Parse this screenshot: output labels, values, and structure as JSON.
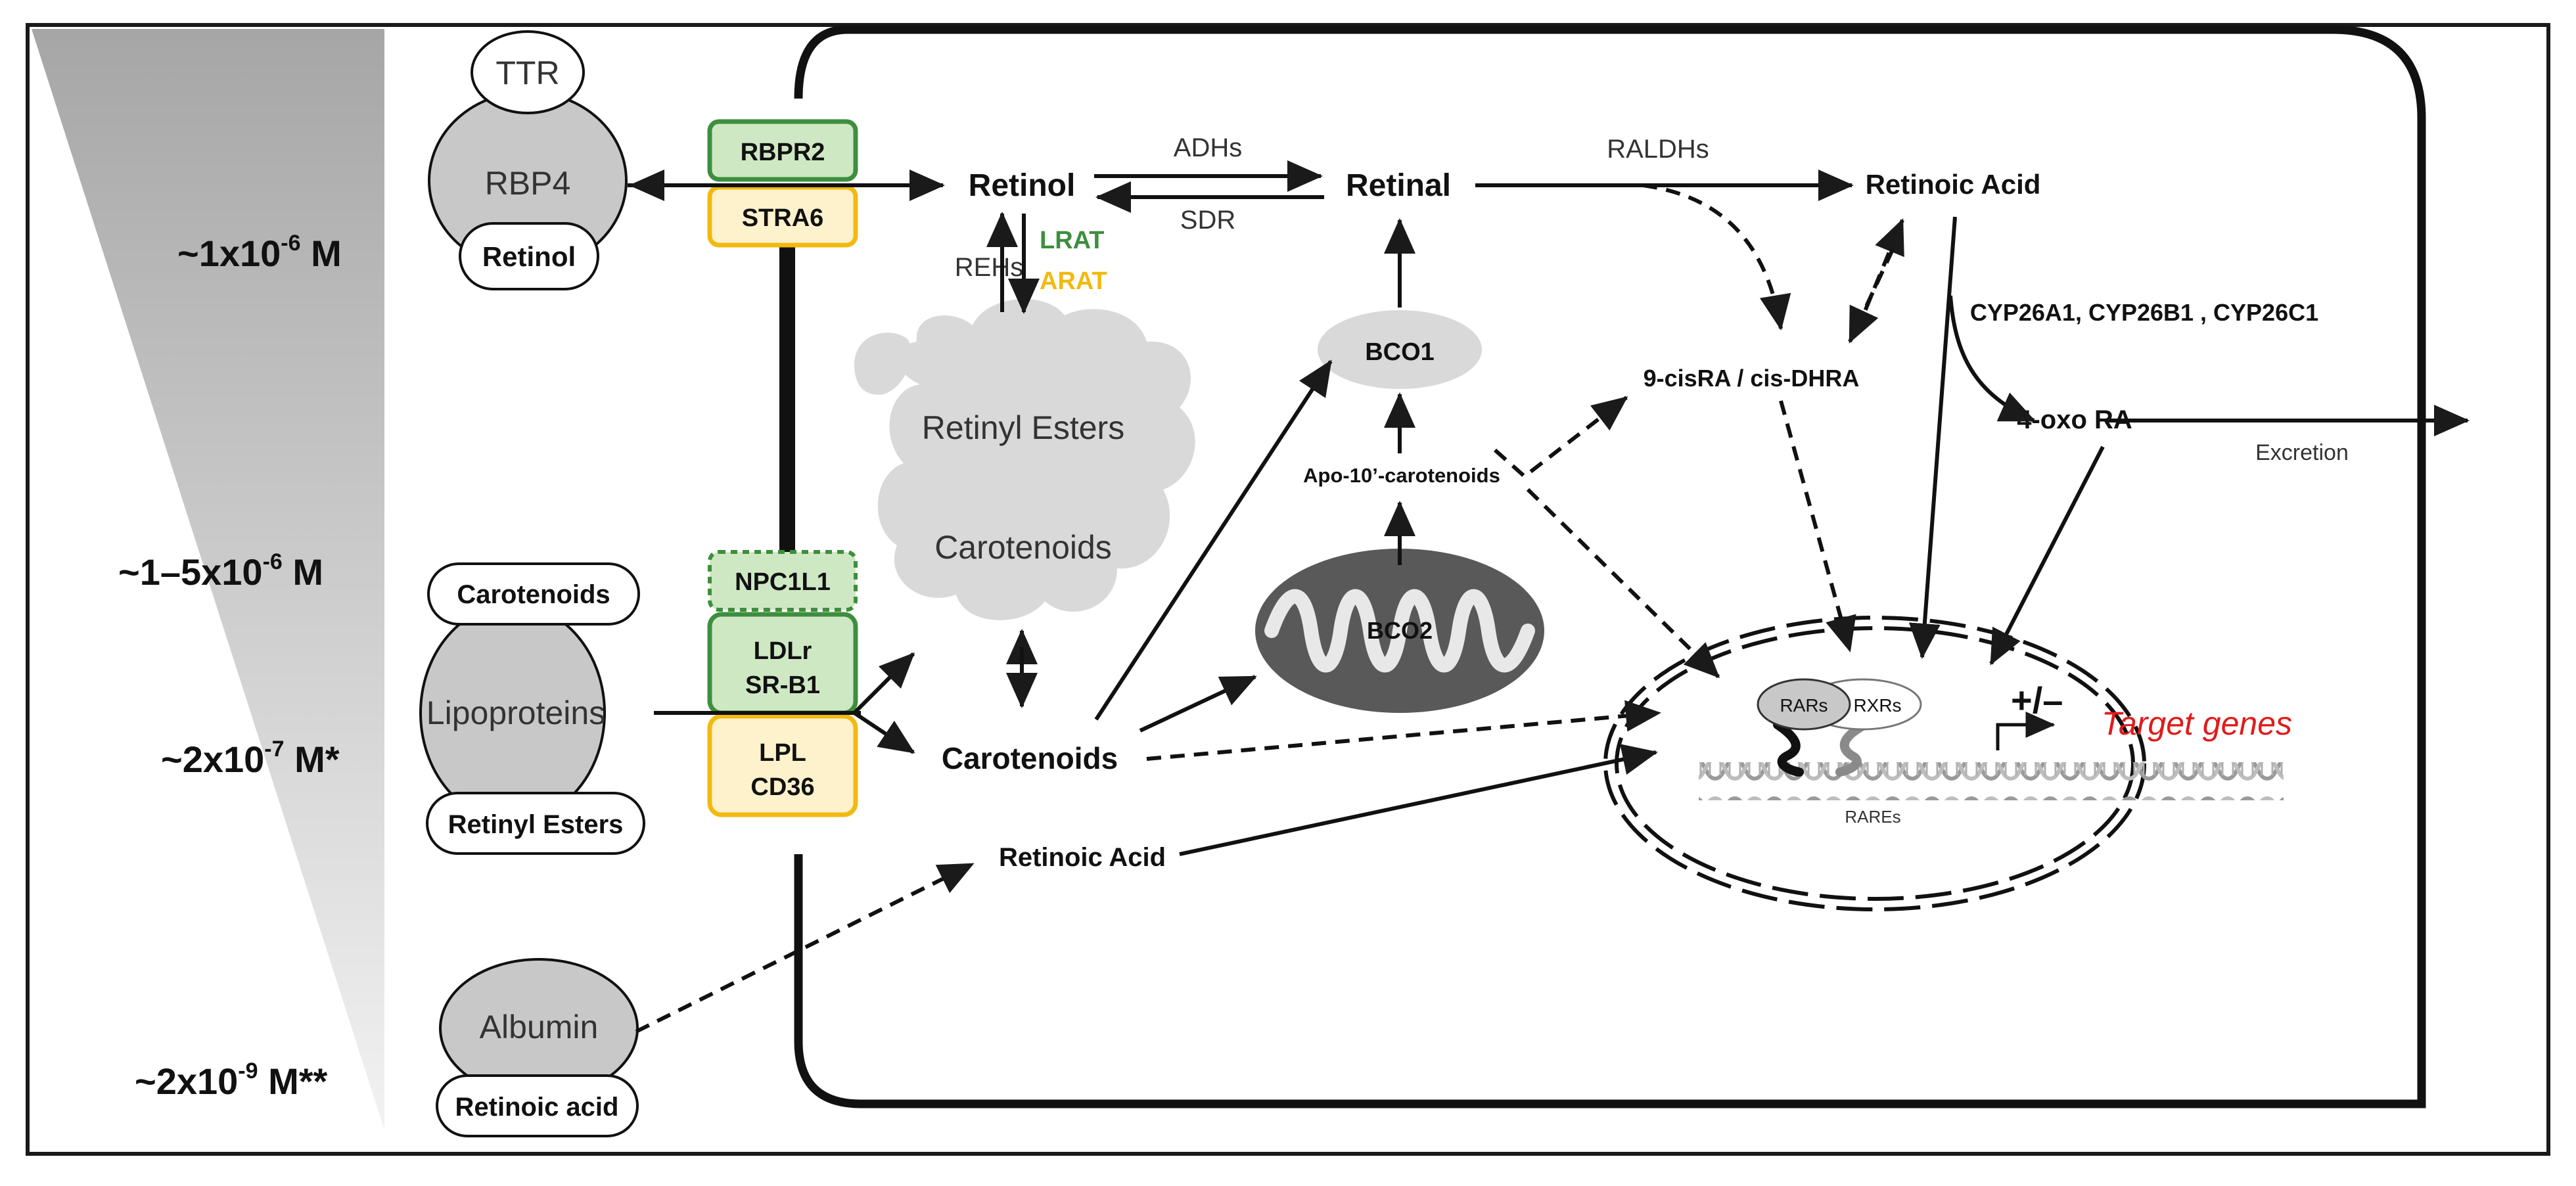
{
  "colors": {
    "frame": "#1a1a1a",
    "gradient_top": "#a6a6a6",
    "gradient_bottom": "#f2f2f2",
    "protein_fill": "#c8c8c8",
    "transporter_green": "#3e8e3e",
    "transporter_green_fill": "#cfe8c4",
    "transporter_yellow": "#f2b90f",
    "transporter_yellow_fill": "#fdf2cc",
    "blob_fill": "#d9d9d9",
    "mito_fill": "#595959",
    "lrat_text": "#3e8e3e",
    "arat_text": "#f2b90f",
    "target_genes_text": "#e01b1b"
  },
  "concentrations": {
    "c1": {
      "main": "~1x10",
      "exp": "-6",
      "unit": " M"
    },
    "c2": {
      "main": "~1–5x10",
      "exp": "-6",
      "unit": "  M"
    },
    "c3": {
      "main": "~2x10",
      "exp": "-7",
      "unit": " M*"
    },
    "c4": {
      "main": "~2x10",
      "exp": "-9",
      "unit": " M**"
    }
  },
  "carriers": {
    "ttr": "TTR",
    "rbp4": "RBP4",
    "retinol": "Retinol",
    "carotenoids": "Carotenoids",
    "lipoproteins": "Lipoproteins",
    "retinyl_esters": "Retinyl Esters",
    "albumin": "Albumin",
    "retinoic_acid": "Retinoic acid"
  },
  "transporters": {
    "rbpr2": "RBPR2",
    "stra6": "STRA6",
    "npc1l1": "NPC1L1",
    "ldlr": "LDLr",
    "srb1": "SR-B1",
    "lpl": "LPL",
    "cd36": "CD36"
  },
  "cell": {
    "retinol": "Retinol",
    "retinal": "Retinal",
    "retinoic_acid": "Retinoic Acid",
    "adhs": "ADHs",
    "sdr": "SDR",
    "raldhs": "RALDHs",
    "rehs": "REHs",
    "lrat": "LRAT",
    "arat": "ARAT",
    "retinyl_esters": "Retinyl Esters",
    "carotenoids_store": "Carotenoids",
    "bco1": "BCO1",
    "bco2": "BCO2",
    "apo_carotenoids": "Apo-10’-carotenoids",
    "nine_cis": "9-cisRA / cis-DHRA",
    "cyp26": "CYP26A1, CYP26B1 , CYP26C1",
    "oxo_ra": "4-oxo RA",
    "excretion": "Excretion",
    "carotenoids": "Carotenoids",
    "retinoic_acid_lower": "Retinoic Acid"
  },
  "nucleus": {
    "rars": "RARs",
    "rxrs": "RXRs",
    "plus_minus": "+/–",
    "target_genes": "Target genes",
    "rares": "RAREs"
  }
}
